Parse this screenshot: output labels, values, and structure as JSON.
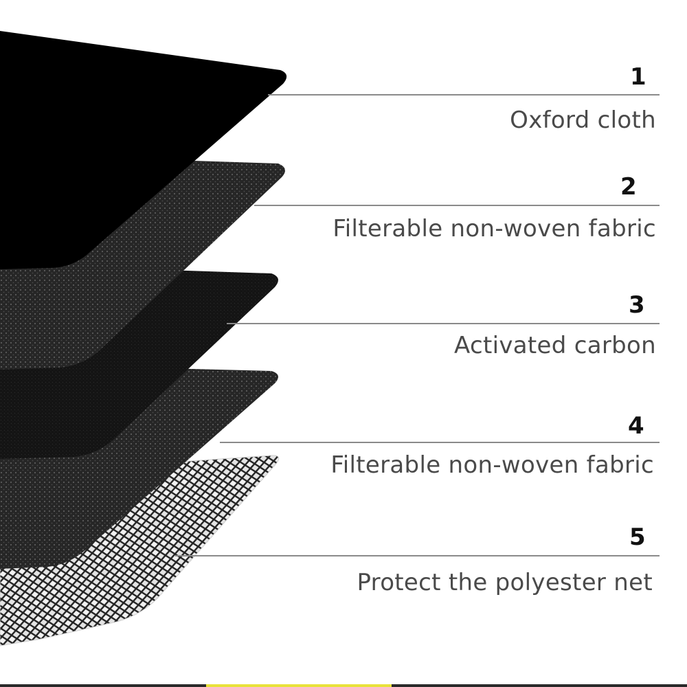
{
  "layers": [
    {
      "number": "1",
      "name": "Oxford cloth"
    },
    {
      "number": "2",
      "name": "Filterable non-woven fabric"
    },
    {
      "number": "3",
      "name": "Activated carbon"
    },
    {
      "number": "4",
      "name": "Filterable non-woven fabric"
    },
    {
      "number": "5",
      "name": "Protect the polyester net"
    }
  ],
  "colors": {
    "background": "#ffffff",
    "oxford_cloth": "#000000",
    "non_woven": "#2b2b2b",
    "activated_carbon": "#161616",
    "polyester_net": "#3a3a3a",
    "leader_line": "#8a8a8a",
    "number_text": "#111111",
    "name_text": "#4a4a4a"
  }
}
